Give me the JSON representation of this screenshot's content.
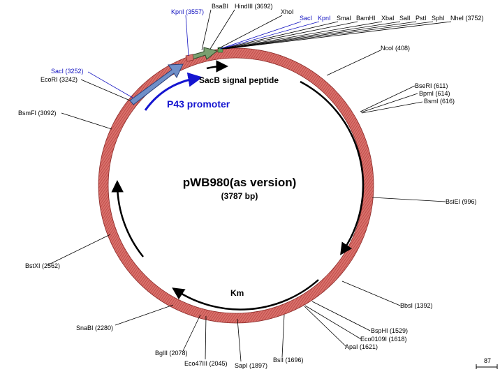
{
  "plasmid": {
    "name": "pWB980(as version)",
    "size": "(3787 bp)"
  },
  "colors": {
    "backbone": "#c0504d",
    "backbone_dark": "#8b2a28",
    "promoter_arrow": "#6f8fc8",
    "signal_arrow": "#7aa070",
    "blue_text": "#1010c0"
  },
  "features": {
    "p43": "P43 promoter",
    "sacb": "SacB signal peptide",
    "km": "Km"
  },
  "sites": {
    "kpn1_top": "KpnI (3557)",
    "bsabi": "BsaBI",
    "hindiii": "HindIII (3692)",
    "xhoi": "XhoI",
    "saci_top": "SacI",
    "kpni_mcs": "KpnI",
    "smai": "SmaI",
    "bamhi": "BamHI",
    "xbai": "XbaI",
    "sali": "SalI",
    "psti": "PstI",
    "sphi": "SphI",
    "nhei": "NheI (3752)",
    "ncoi": "NcoI (408)",
    "bseri": "BseRI (611)",
    "bpmi": "BpmI (614)",
    "bsmi": "BsmI (616)",
    "bsiei": "BsiEI (996)",
    "bbsi": "BbsI (1392)",
    "bsphi": "BspHI (1529)",
    "eco0109i": "Eco0109I (1618)",
    "apai": "ApaI (1621)",
    "bsli": "BslI (1696)",
    "sapi": "SapI (1897)",
    "eco47iii": "Eco47III (2045)",
    "bglii": "BglII (2078)",
    "snabi": "SnaBI (2280)",
    "bstxi": "BstXI (2562)",
    "bsmfi": "BsmFI (3092)",
    "ecori": "EcoRI (3242)",
    "saci_left": "SacI (3252)"
  },
  "scale": "87"
}
